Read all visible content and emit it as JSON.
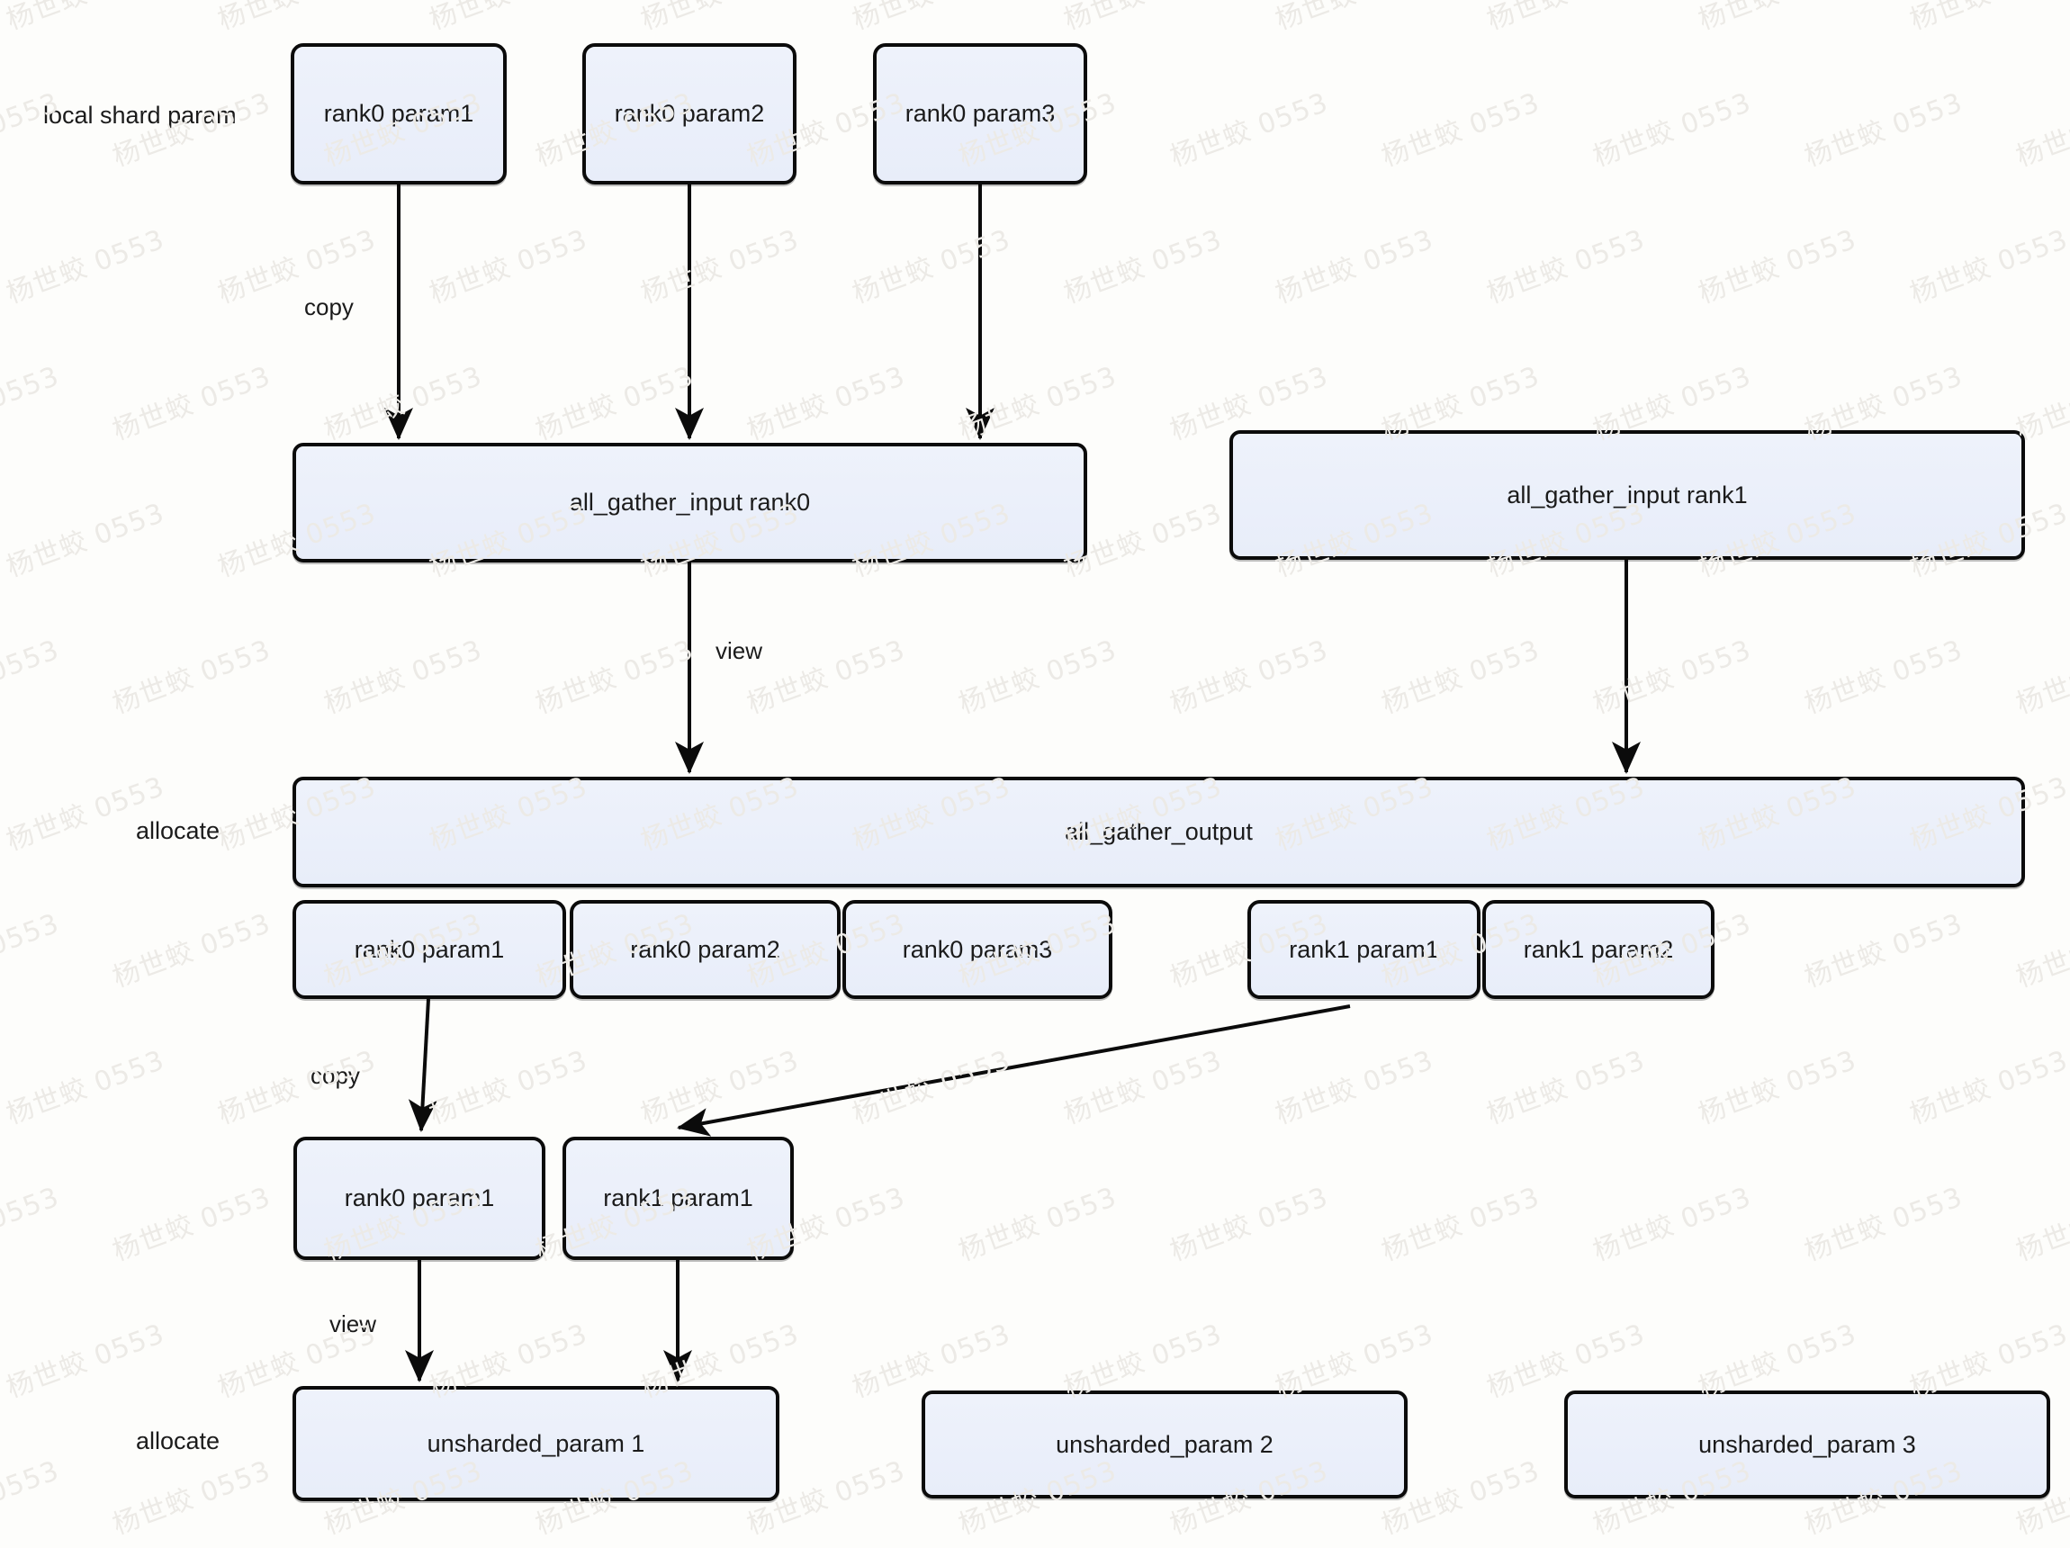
{
  "diagram": {
    "title": "FSDP all-gather parameter flow",
    "colors": {
      "node_fill": "#eef2fb",
      "node_stroke": "#0b0b0b",
      "text": "#1b1b1b",
      "background": "#fdfdfb",
      "watermark": "#eceae6"
    },
    "row_labels": [
      {
        "id": "local-shard-param",
        "text": "local shard param"
      },
      {
        "id": "allocate-output",
        "text": "allocate"
      },
      {
        "id": "allocate-unsharded",
        "text": "allocate"
      }
    ],
    "edge_labels": [
      {
        "id": "copy-top",
        "text": "copy"
      },
      {
        "id": "view-top",
        "text": "view"
      },
      {
        "id": "copy-bottom",
        "text": "copy"
      },
      {
        "id": "view-bottom",
        "text": "view"
      }
    ],
    "nodes": {
      "shard_params": [
        {
          "id": "shard-rank0-param1",
          "text": "rank0 param1"
        },
        {
          "id": "shard-rank0-param2",
          "text": "rank0 param2"
        },
        {
          "id": "shard-rank0-param3",
          "text": "rank0 param3"
        }
      ],
      "all_gather_inputs": [
        {
          "id": "all-gather-input-rank0",
          "text": "all_gather_input rank0"
        },
        {
          "id": "all-gather-input-rank1",
          "text": "all_gather_input rank1"
        }
      ],
      "all_gather_output": {
        "id": "all-gather-output",
        "text": "all_gather_output"
      },
      "output_segments": [
        {
          "id": "out-rank0-param1",
          "text": "rank0 param1"
        },
        {
          "id": "out-rank0-param2",
          "text": "rank0 param2"
        },
        {
          "id": "out-rank0-param3",
          "text": "rank0 param3"
        },
        {
          "id": "out-rank1-param1",
          "text": "rank1 param1"
        },
        {
          "id": "out-rank1-param2",
          "text": "rank1 param2"
        }
      ],
      "copied_params": [
        {
          "id": "copied-rank0-param1",
          "text": "rank0 param1"
        },
        {
          "id": "copied-rank1-param1",
          "text": "rank1 param1"
        }
      ],
      "unsharded_params": [
        {
          "id": "unsharded-param-1",
          "text": "unsharded_param 1"
        },
        {
          "id": "unsharded-param-2",
          "text": "unsharded_param 2"
        },
        {
          "id": "unsharded-param-3",
          "text": "unsharded_param 3"
        }
      ]
    },
    "watermark": {
      "text": "杨世蛟 0553"
    }
  }
}
